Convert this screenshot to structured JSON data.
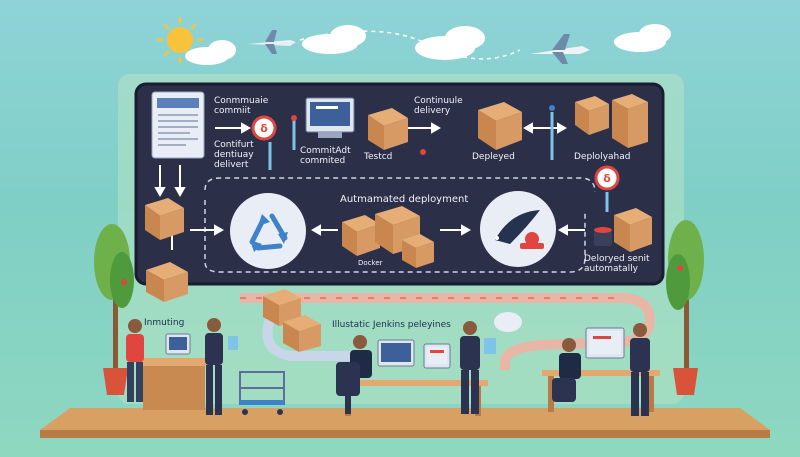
{
  "pipeline_labels": {
    "commit_top": "Conmmuaie\ncommiit",
    "commit_sub": "Contifurt\ndentiuay\ndelivert",
    "committed": "CommitAdt\ncommited",
    "delivery": "Continuule\ndelivery",
    "tested": "Testcd",
    "deployed": "Depleyed",
    "deployshed": "Deplolyahad",
    "auto_deploy_title": "Autmamated deployment",
    "docker": "Docker",
    "deployed_auto": "Deloryed senit\nautomatally",
    "bottom_left": "Inmuting",
    "bottom_center": "Illustatic Jenkins peleyines"
  },
  "colors": {
    "sky_top": "#8fd3d8",
    "board_dark": "#2b2f48",
    "box_brown": "#d89a64",
    "floor": "#d8a063",
    "badge_red": "#e0453f",
    "accent_blue": "#3f82c9"
  },
  "icons": [
    "sun-icon",
    "cloud-icon",
    "airplane-icon",
    "recycle-icon",
    "whale-icon",
    "box-icon",
    "monitor-icon",
    "document-icon",
    "tree-icon",
    "person-icon"
  ]
}
